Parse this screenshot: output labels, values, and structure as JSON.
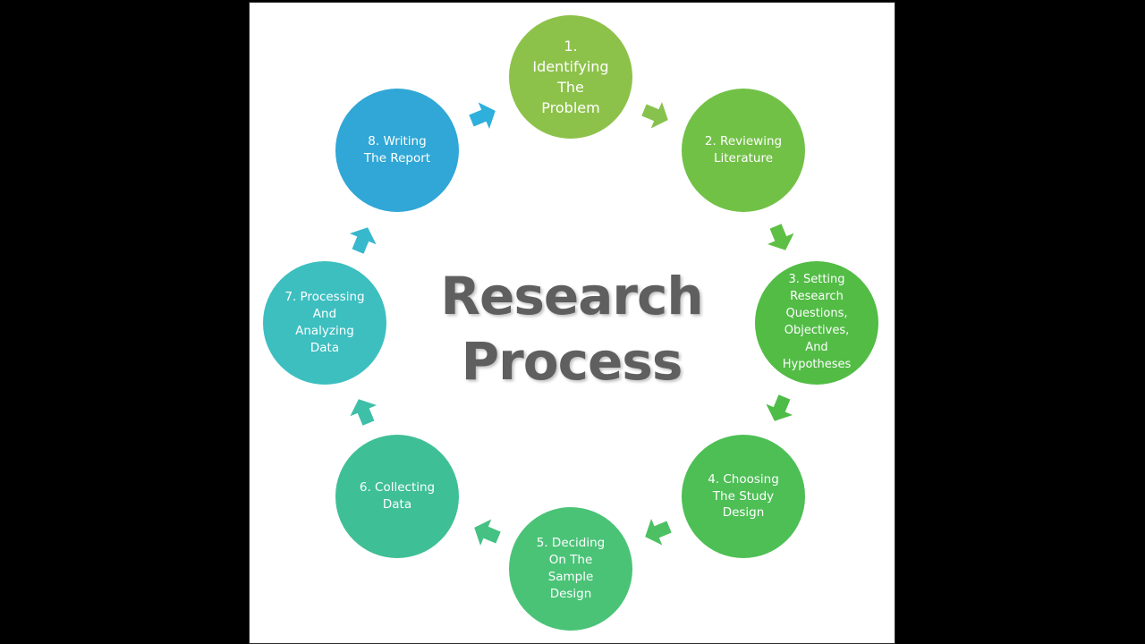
{
  "title": "Research\nProcess",
  "colors": {
    "background": "#ffffff",
    "frame": "#000000",
    "title": "#5f5f5f"
  },
  "steps": [
    {
      "label": "1.\nIdentifying\nThe\nProblem",
      "color": "#8dc24a"
    },
    {
      "label": "2. Reviewing\nLiterature",
      "color": "#72c147"
    },
    {
      "label": "3. Setting\nResearch\nQuestions,\nObjectives,\nAnd\nHypotheses",
      "color": "#52bc45"
    },
    {
      "label": "4. Choosing\nThe Study\nDesign",
      "color": "#4dbf55"
    },
    {
      "label": "5. Deciding\nOn The\nSample\nDesign",
      "color": "#4ac377"
    },
    {
      "label": "6. Collecting\nData",
      "color": "#3fbf95"
    },
    {
      "label": "7. Processing\nAnd\nAnalyzing\nData",
      "color": "#3dbfc0"
    },
    {
      "label": "8. Writing\nThe Report",
      "color": "#30a7d6"
    }
  ],
  "arrows": [
    {
      "icon": "arrow-icon",
      "color": "#86c24d"
    },
    {
      "icon": "arrow-icon",
      "color": "#5ebf45"
    },
    {
      "icon": "arrow-icon",
      "color": "#4ebd47"
    },
    {
      "icon": "arrow-icon",
      "color": "#4cc062"
    },
    {
      "icon": "arrow-icon",
      "color": "#45c184"
    },
    {
      "icon": "arrow-icon",
      "color": "#3ebfa8"
    },
    {
      "icon": "arrow-icon",
      "color": "#37b8cc"
    },
    {
      "icon": "arrow-icon",
      "color": "#2fb0dc"
    }
  ]
}
